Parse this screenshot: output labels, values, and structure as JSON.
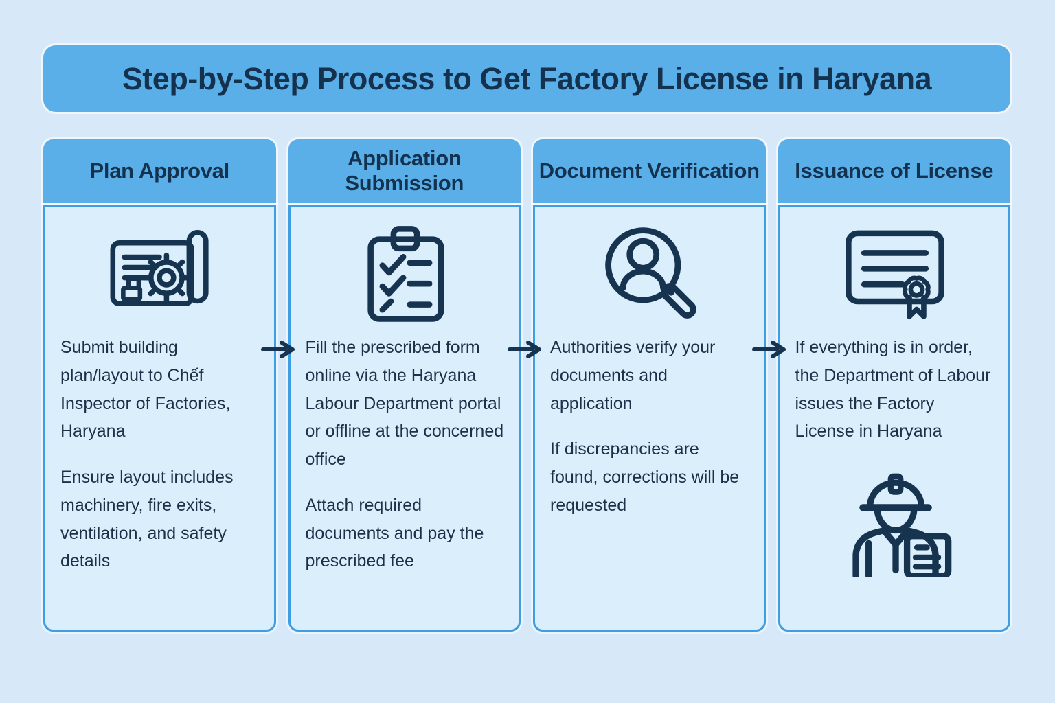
{
  "banner": {
    "title": "Step-by-Step Process to Get Factory License in Haryana"
  },
  "steps": [
    {
      "title": "Plan Approval",
      "icon": "blueprint-gear-icon",
      "paragraphs": [
        "Submit building plan/layout to Chếf Inspector of Factories, Haryana",
        "Ensure layout includes machinery, fire exits, ventilation, and safety details"
      ]
    },
    {
      "title": "Application Submission",
      "icon": "checklist-clipboard-icon",
      "paragraphs": [
        "Fill the prescribed form online via the Haryana Labour Department portal or offline at the concerned office",
        "Attach required documents and pay the prescribed fee"
      ]
    },
    {
      "title": "Document Verification",
      "icon": "magnifier-person-icon",
      "paragraphs": [
        "Authorities verify your documents and application",
        "If discrepancies are found, corrections will be requested"
      ]
    },
    {
      "title": "Issuance of License",
      "icon": "certificate-seal-icon",
      "footer_icon": "worker-hardhat-icon",
      "paragraphs": [
        "If everything is in order, the Department of Labour issues the Factory License in Haryana"
      ]
    }
  ],
  "flow": {
    "arrow_icon": "right-arrow-icon",
    "arrow_count": 3
  },
  "colors": {
    "page_background": "#d7e9f8",
    "banner_background": "#5aafe9",
    "card_header_background": "#5aafe9",
    "card_body_background": "#daeefc",
    "card_border": "#3f9de3",
    "heading_text": "#14324e",
    "body_text": "#1c3048",
    "icon_stroke": "#16334f"
  }
}
